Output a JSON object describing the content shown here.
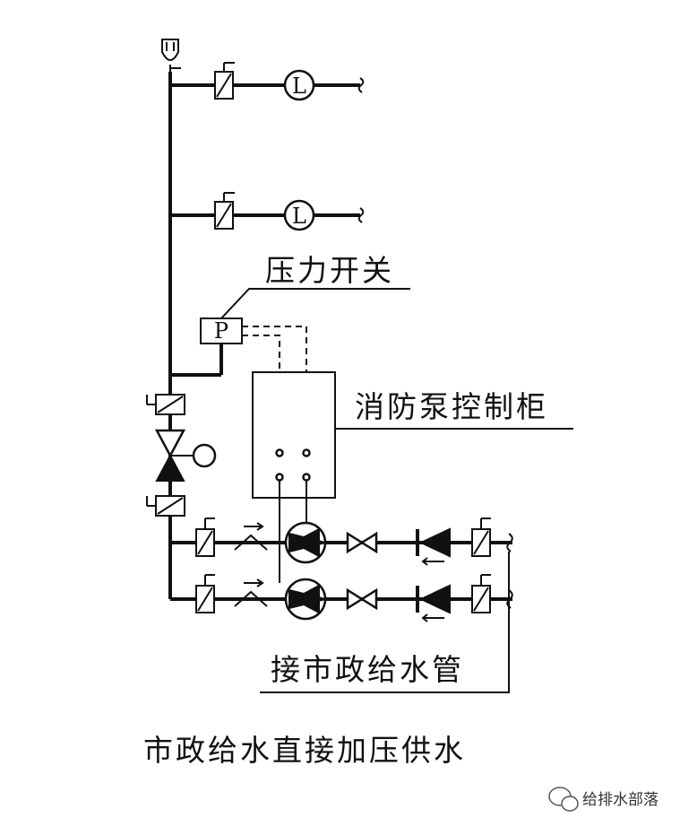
{
  "diagram": {
    "labels": {
      "pressure_switch": "压力开关",
      "pressure_switch_symbol": "P",
      "fire_pump_control_cabinet": "消防泵控制柜",
      "municipal_supply_inlet": "接市政给水管",
      "lamp_symbol": "L"
    },
    "caption": "市政给水直接加压供水",
    "watermark": "给排水部落"
  }
}
